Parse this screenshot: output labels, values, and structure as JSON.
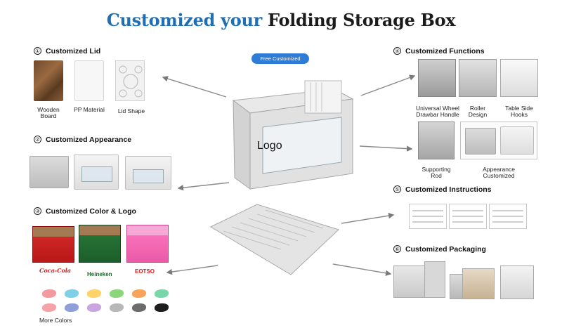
{
  "title": {
    "part1": "Customized your",
    "part2": "Folding Storage Box"
  },
  "badge": "Free Customized",
  "sections": {
    "lid": {
      "num": "①",
      "title": "Customized Lid",
      "items": [
        "Wooden Board",
        "PP Material",
        "Lid Shape"
      ]
    },
    "appearance": {
      "num": "②",
      "title": "Customized Appearance"
    },
    "color_logo": {
      "num": "③",
      "title": "Customized Color & Logo",
      "brands": [
        "Coca-Cola",
        "Heineken",
        "EOTSO"
      ],
      "more_colors": "More Colors"
    },
    "functions": {
      "num": "④",
      "title": "Customized Functions",
      "items": [
        "Universal Wheel Drawbar Handle",
        "Roller Design",
        "Table Side Hooks",
        "Supporting Rod",
        "Appearance Customized"
      ]
    },
    "instructions": {
      "num": "⑤",
      "title": "Customized Instructions"
    },
    "packaging": {
      "num": "⑥",
      "title": "Customized Packaging"
    }
  },
  "main_box_logo": "Logo",
  "colors": {
    "title_blue": "#1f6fb5",
    "badge_blue": "#2e7cd6",
    "swatches_row1": [
      "#f39aa0",
      "#7fd0e6",
      "#ffd36a",
      "#8bd57a",
      "#f7a35c",
      "#79d6a8"
    ],
    "swatches_row2": [
      "#f5a3a8",
      "#8f9fd8",
      "#c9a6e0",
      "#b8b8b8",
      "#6c6c6c",
      "#1e1e1e"
    ]
  }
}
